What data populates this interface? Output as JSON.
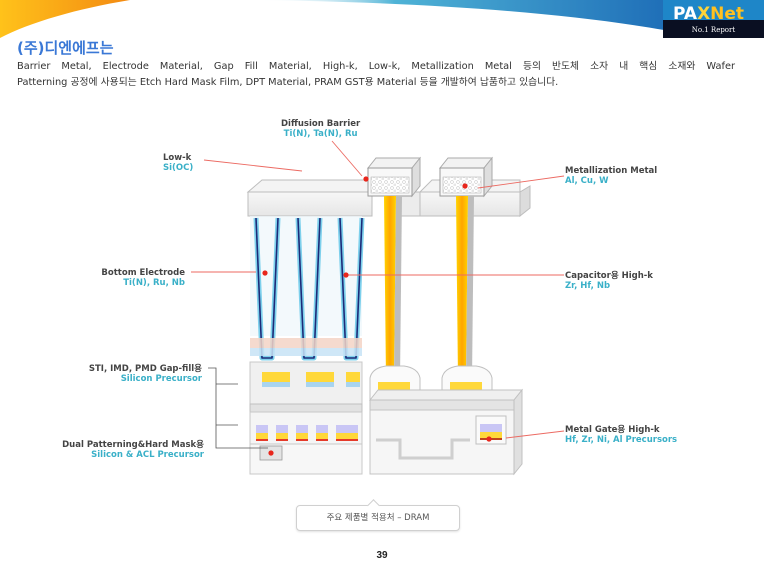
{
  "header": {
    "logo": {
      "brand_left": "PA",
      "brand_x": "X",
      "brand_right": "Net",
      "subtitle": "No.1 Report"
    },
    "colors": {
      "accent_blue": "#3a78d6",
      "banner_orange": "#f7a21b",
      "banner_blue": "#2a7fc0",
      "label_teal": "#3ab0c8",
      "pointer_red": "#e8433a"
    }
  },
  "title": "(주)디엔에프는",
  "description": {
    "line1": "Barrier Metal, Electrode Material, Gap Fill Material, High-k, Low-k, Metallization Metal 등의 반도체 소자 내 핵심 소재와 Wafer",
    "line2": "Patterning 공정에 사용되는 Etch Hard Mask Film, DPT Material, PRAM GST용 Material 등을 개발하여 납품하고 있습니다."
  },
  "diagram": {
    "labels": [
      {
        "id": "diffusion-barrier",
        "name": "Diffusion Barrier",
        "materials": "Ti(N), Ta(N), Ru"
      },
      {
        "id": "low-k",
        "name": "Low-k",
        "materials": "Si(OC)"
      },
      {
        "id": "metallization-metal",
        "name": "Metallization Metal",
        "materials": "Al, Cu, W"
      },
      {
        "id": "bottom-electrode",
        "name": "Bottom Electrode",
        "materials": "Ti(N), Ru, Nb"
      },
      {
        "id": "capacitor-high-k",
        "name": "Capacitor용 High-k",
        "materials": "Zr, Hf, Nb"
      },
      {
        "id": "gap-fill",
        "name": "STI, IMD, PMD Gap-fill용",
        "materials": "Silicon Precursor"
      },
      {
        "id": "dual-patterning",
        "name": "Dual Patterning&Hard Mask용",
        "materials": "Silicon & ACL Precursor"
      },
      {
        "id": "metal-gate-high-k",
        "name": "Metal Gate용 High-k",
        "materials": "Hf, Zr, Ni, Al Precursors"
      }
    ],
    "caption": "주요 제품별 적용처 – DRAM"
  },
  "page_number": "39"
}
